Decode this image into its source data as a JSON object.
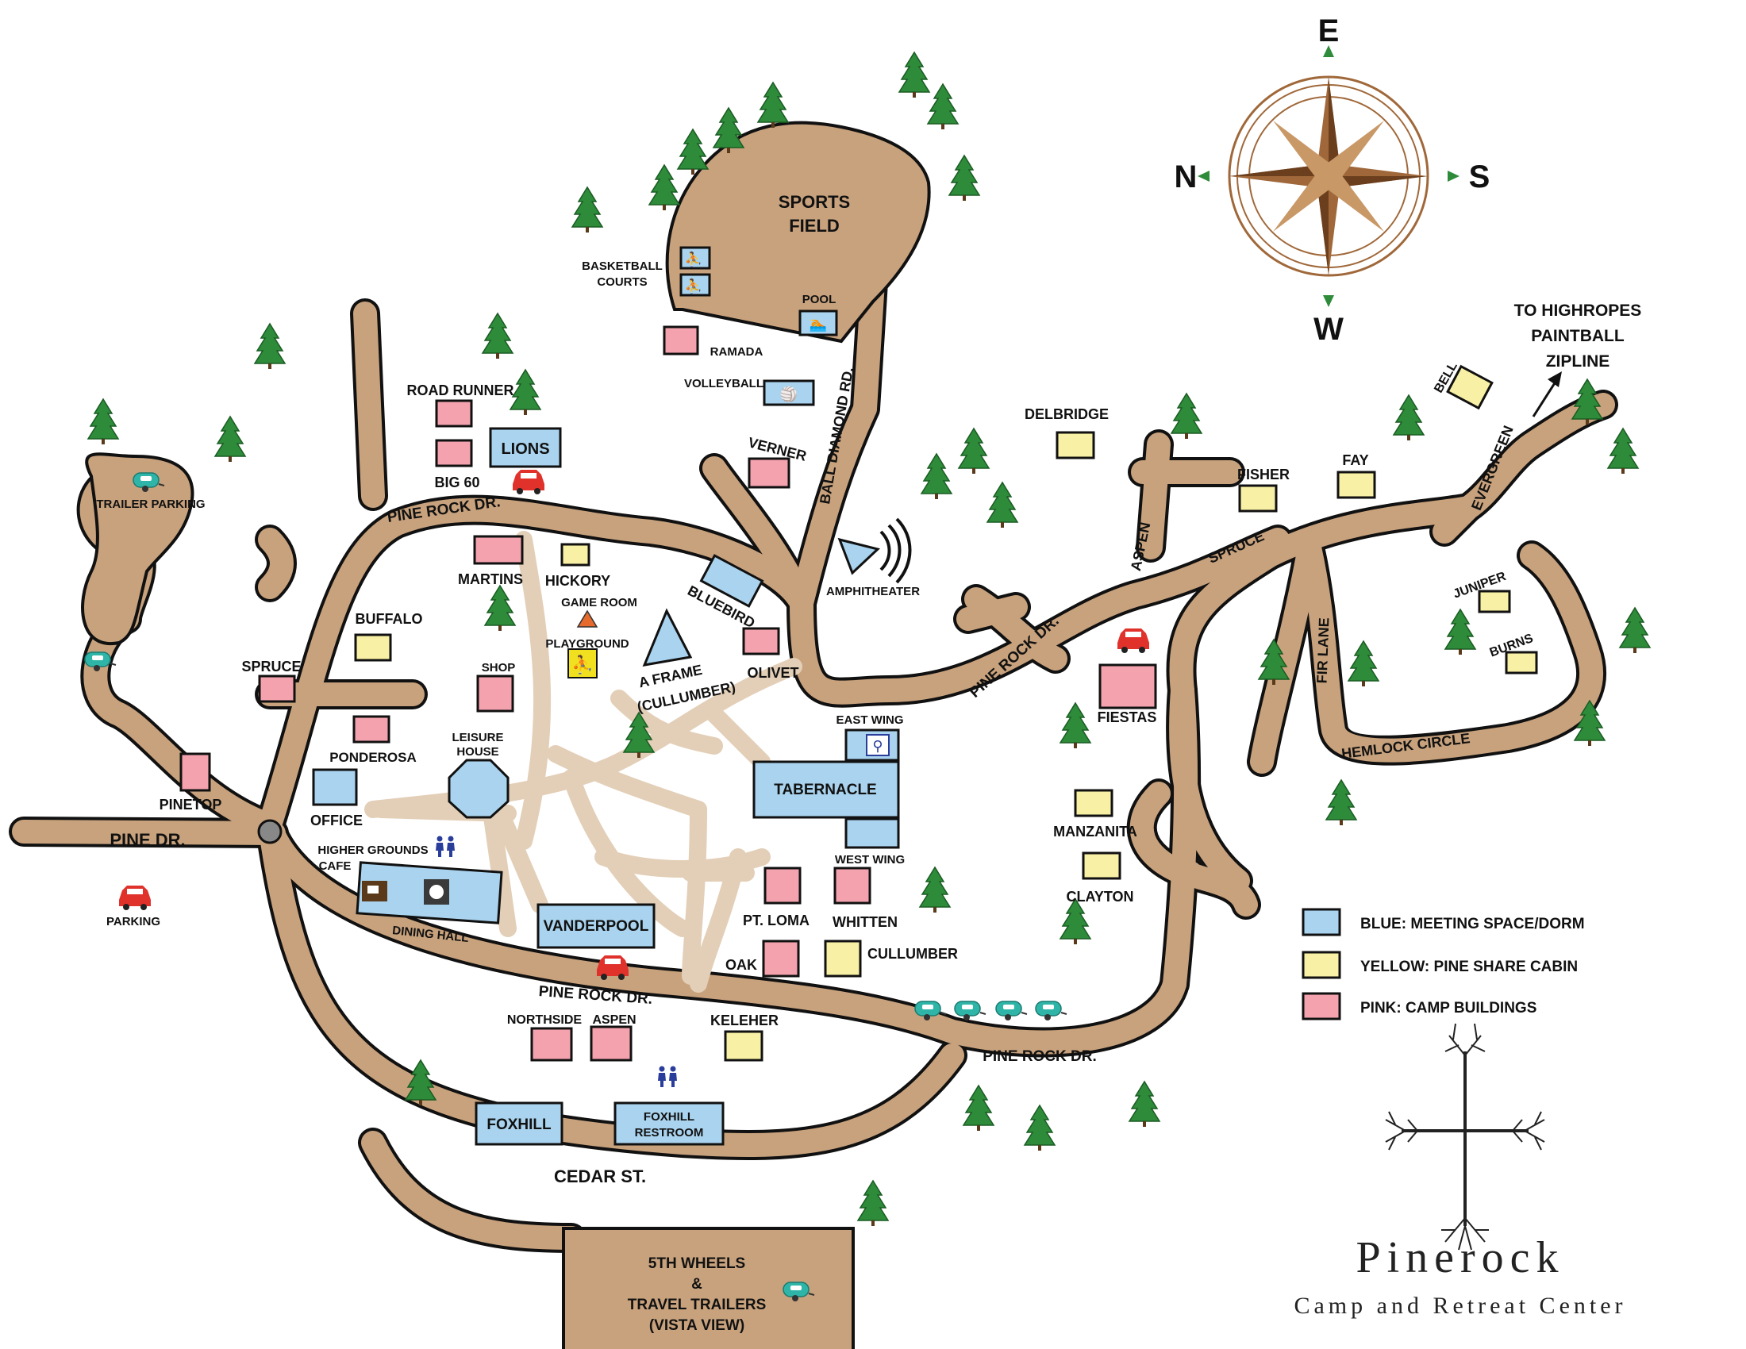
{
  "colors": {
    "road": "#c8a27d",
    "road_outline": "#111111",
    "footpath": "#e3cfb7",
    "blue": "#a9d3ee",
    "yellow": "#f8f0a4",
    "pink": "#f4a3ae",
    "tree": "#2e8b3a",
    "car": "#e0312b",
    "trailer": "#2fb5a8",
    "compass": "#a0683a"
  },
  "compass": {
    "e": "E",
    "n": "N",
    "s": "S",
    "w": "W"
  },
  "areas": {
    "sports_field": [
      "SPORTS",
      "FIELD"
    ],
    "fifth_wheels": [
      "5TH WHEELS",
      "&",
      "TRAVEL TRAILERS",
      "(VISTA VIEW)"
    ],
    "trailer_parking": "TRAILER PARKING",
    "parking": "PARKING",
    "to_highropes": [
      "TO HIGHROPES",
      "PAINTBALL",
      "ZIPLINE"
    ]
  },
  "roads": {
    "pine_rock_1": "PINE ROCK DR.",
    "pine_rock_2": "PINE ROCK DR.",
    "pine_rock_3": "PINE ROCK DR.",
    "pine_rock_4": "PINE ROCK DR.",
    "pine_dr": "PINE DR.",
    "cedar": "CEDAR ST.",
    "ball_diamond": "BALL DIAMOND RD.",
    "aspen": "ASPEN",
    "spruce": "SPRUCE",
    "evergreen": "EVERGREEN",
    "fir_lane": "FIR LANE",
    "hemlock": "HEMLOCK CIRCLE"
  },
  "labels": {
    "basketball": [
      "BASKETBALL",
      "COURTS"
    ],
    "pool": "POOL",
    "ramada": "RAMADA",
    "volleyball": "VOLLEYBALL",
    "verner": "VERNER",
    "road_runner": "ROAD RUNNER",
    "lions": "LIONS",
    "big60": "BIG 60",
    "martins": "MARTINS",
    "hickory": "HICKORY",
    "game_room": "GAME ROOM",
    "playground": "PLAYGROUND",
    "bluebird": "BLUEBIRD",
    "amphitheater": "AMPHITHEATER",
    "a_frame": [
      "A FRAME",
      "(CULLUMBER)"
    ],
    "olivet": "OLIVET",
    "buffalo": "BUFFALO",
    "spruce_bldg": "SPRUCE",
    "shop": "SHOP",
    "ponderosa": "PONDEROSA",
    "leisure": [
      "LEISURE",
      "HOUSE"
    ],
    "pinetop": "PINETOP",
    "office": "OFFICE",
    "higher_grounds": [
      "HIGHER GROUNDS",
      "CAFE"
    ],
    "dining_hall": "DINING HALL",
    "vanderpool": "VANDERPOOL",
    "east_wing": "EAST WING",
    "tabernacle": "TABERNACLE",
    "west_wing": "WEST WING",
    "pt_loma": "PT. LOMA",
    "whitten": "WHITTEN",
    "oak": "OAK",
    "cullumber": "CULLUMBER",
    "northside": "NORTHSIDE",
    "aspen_bldg": "ASPEN",
    "keleher": "KELEHER",
    "foxhill": "FOXHILL",
    "foxhill_restroom": [
      "FOXHILL",
      "RESTROOM"
    ],
    "delbridge": "DELBRIDGE",
    "fisher": "FISHER",
    "fay": "FAY",
    "bell": "BELL",
    "juniper": "JUNIPER",
    "burns": "BURNS",
    "fiestas": "FIESTAS",
    "manzanita": "MANZANITA",
    "clayton": "CLAYTON"
  },
  "legend": [
    {
      "color": "#a9d3ee",
      "text": "BLUE: MEETING SPACE/DORM"
    },
    {
      "color": "#f8f0a4",
      "text": "YELLOW: PINE SHARE CABIN"
    },
    {
      "color": "#f4a3ae",
      "text": "PINK: CAMP BUILDINGS"
    }
  ],
  "brand": {
    "name": "Pinerock",
    "tagline": "Camp and Retreat Center"
  },
  "icons": [
    "tree-icon",
    "car-icon",
    "trailer-icon",
    "restroom-icon",
    "basketball-icon",
    "pool-icon",
    "volleyball-icon",
    "coffee-icon",
    "dining-icon",
    "playground-icon",
    "game-room-icon",
    "amphitheater-icon",
    "arrow-icon",
    "compass-rose-icon",
    "tree-cross-logo-icon"
  ]
}
